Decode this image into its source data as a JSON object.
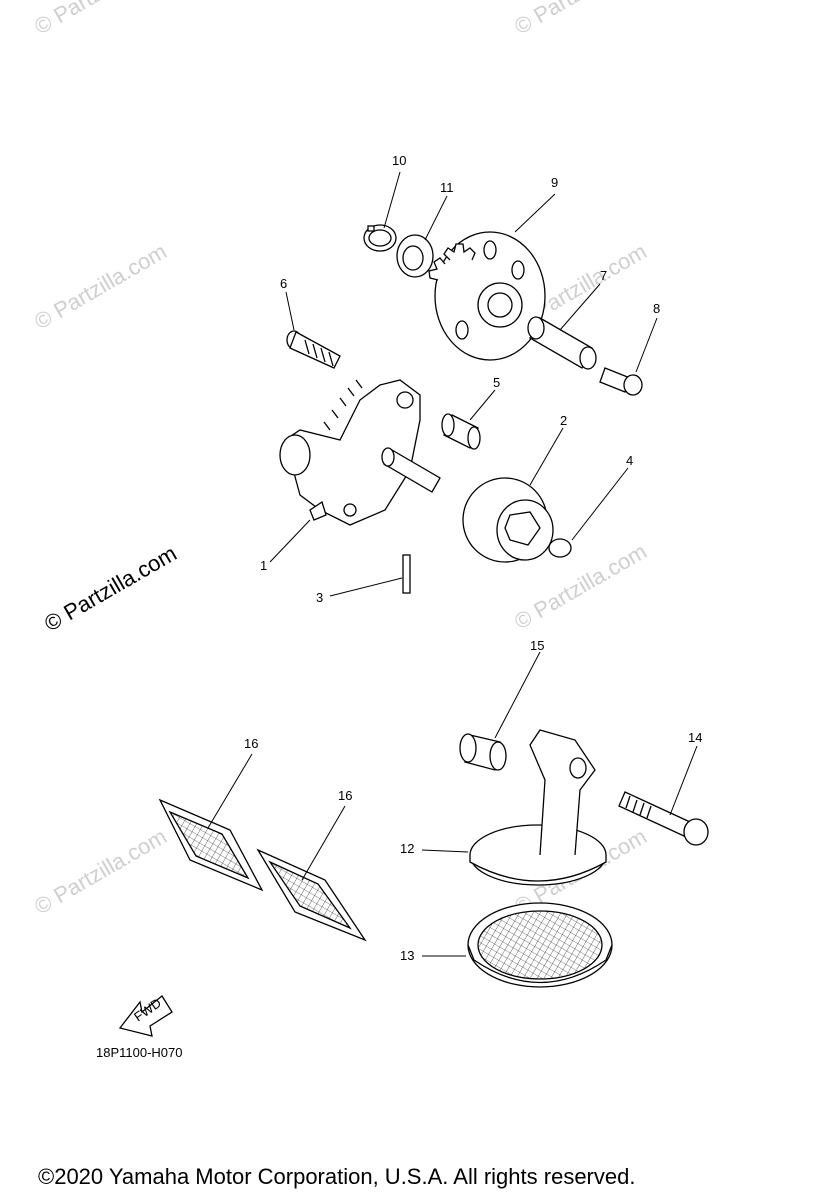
{
  "watermark": {
    "text": "© Partzilla.com",
    "repeated": "© Partzilla.com"
  },
  "callouts": [
    "1",
    "2",
    "3",
    "4",
    "5",
    "6",
    "7",
    "8",
    "9",
    "10",
    "11",
    "12",
    "13",
    "14",
    "15",
    "16",
    "16"
  ],
  "fwd_label": "FWD",
  "diagram_code": "18P1100-H070",
  "copyright": "©2020 Yamaha Motor Corporation, U.S.A. All rights reserved."
}
